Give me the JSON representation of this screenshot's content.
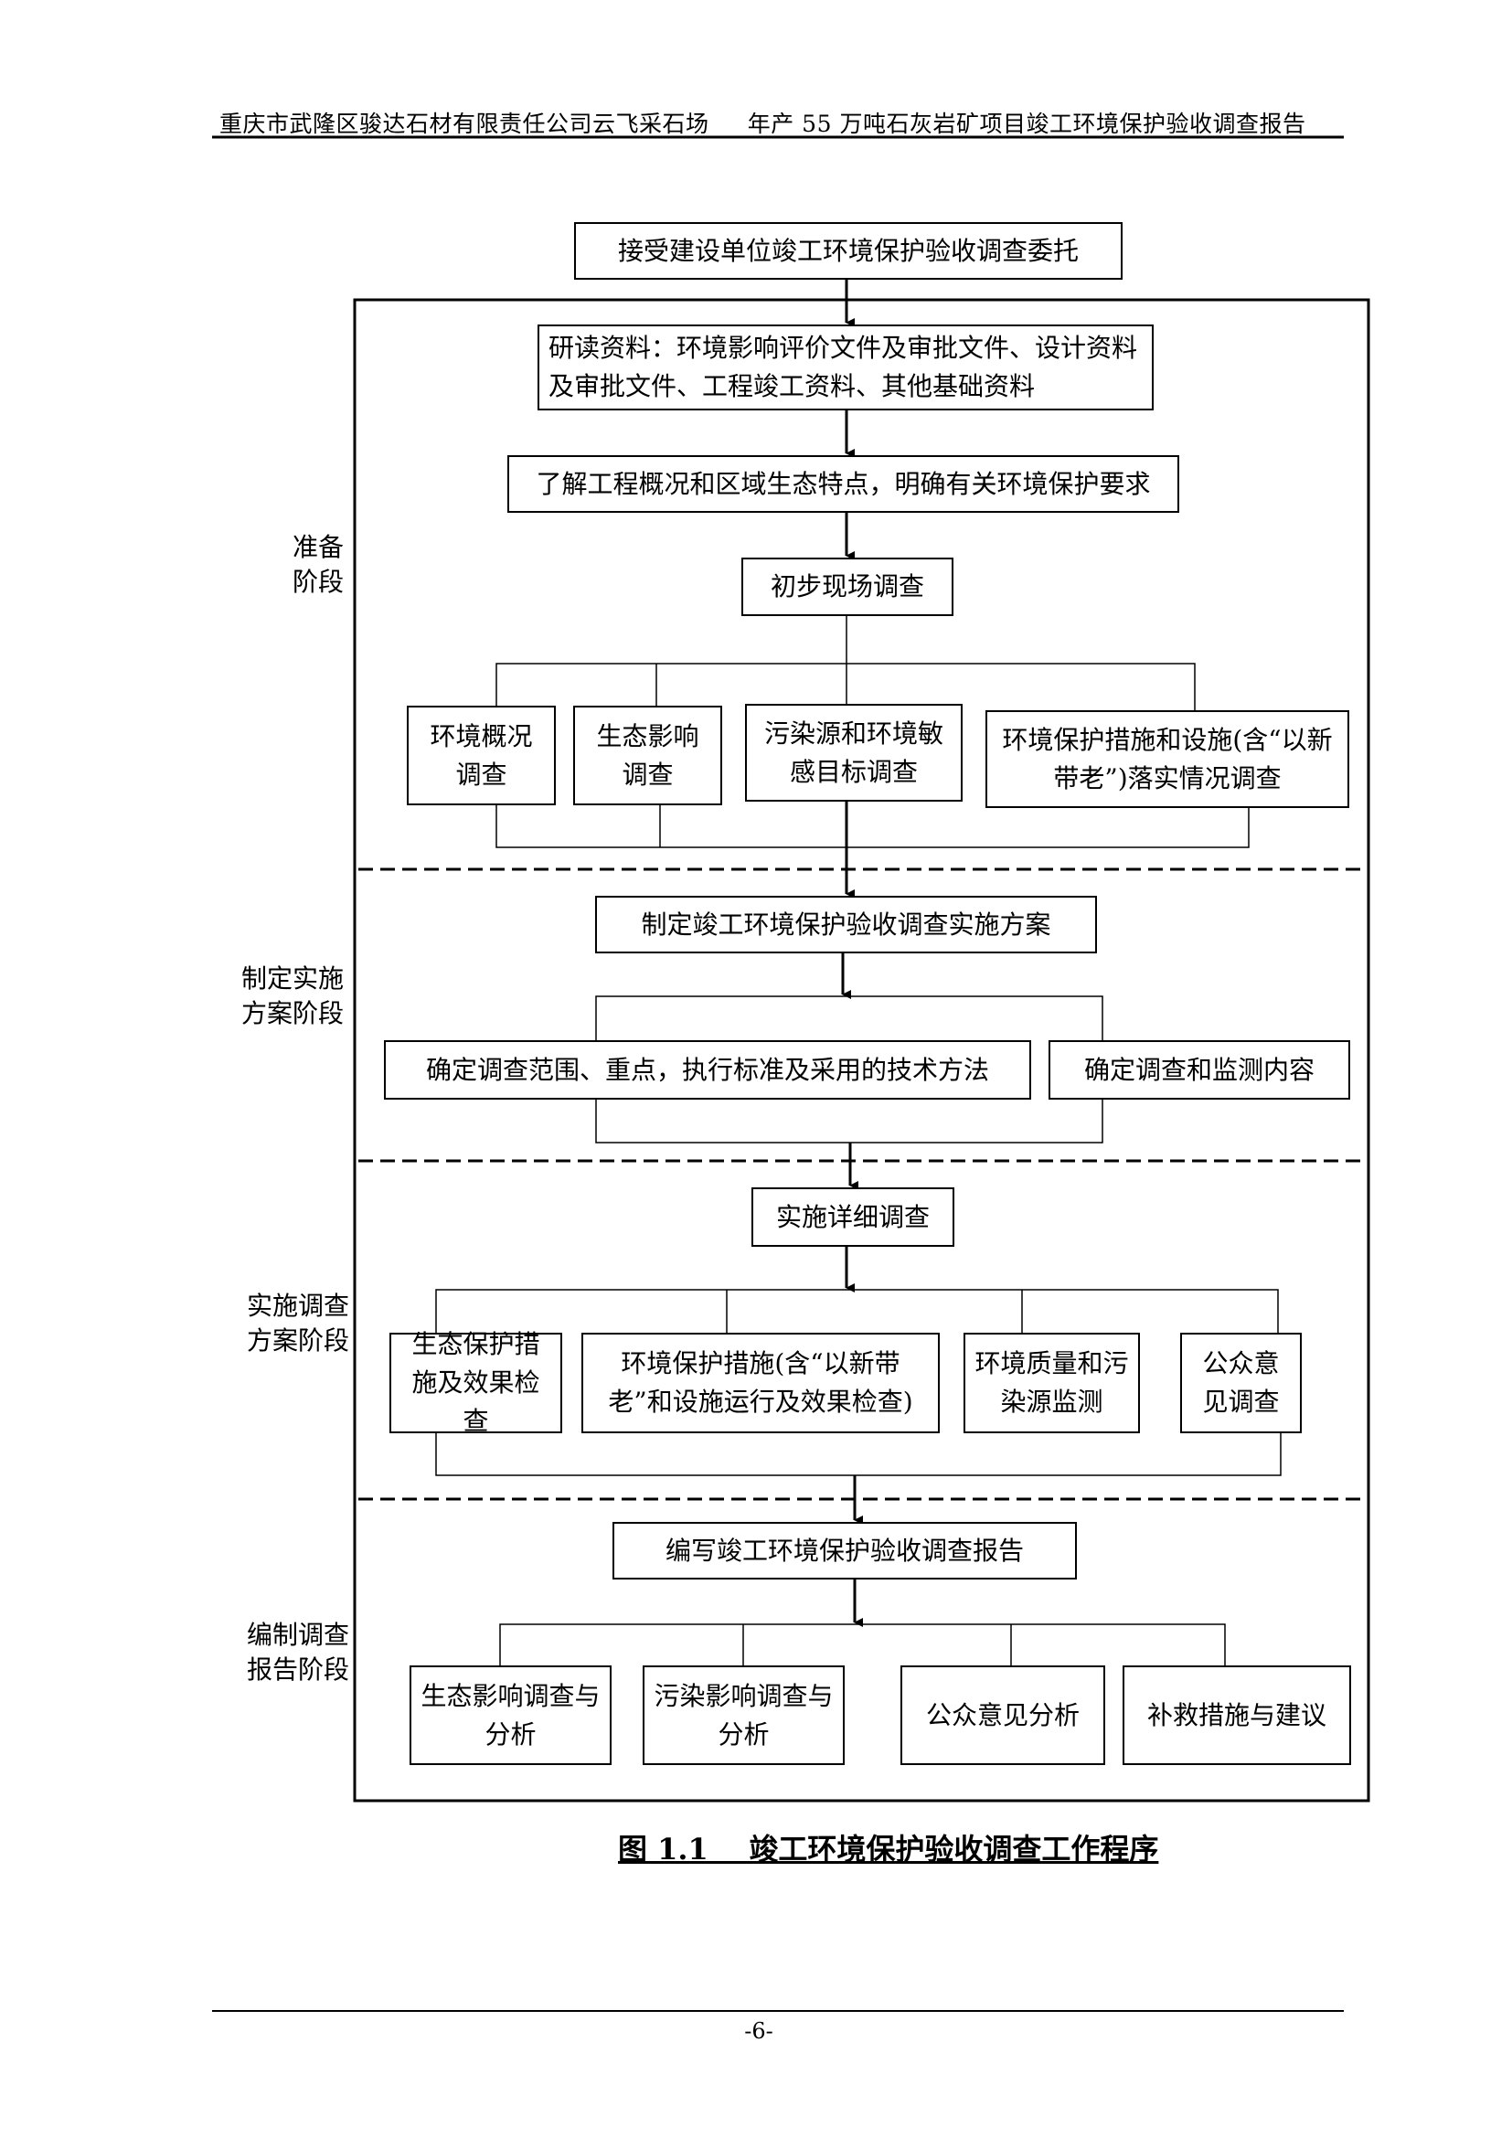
{
  "header": {
    "title": "重庆市武隆区骏达石材有限责任公司云飞采石场     年产 55 万吨石灰岩矿项目竣工环境保护验收调查报告"
  },
  "flow": {
    "start": "接受建设单位竣工环境保护验收调查委托",
    "stages": {
      "prepare": {
        "label1": "准备",
        "label2": "阶段",
        "step1": "研读资料：环境影响评价文件及审批文件、设计资料及审批文件、工程竣工资料、其他基础资料",
        "step2": "了解工程概况和区域生态特点，明确有关环境保护要求",
        "step3": "初步现场调查",
        "branches": [
          "环境概况调查",
          "生态影响调查",
          "污染源和环境敏感目标调查",
          "环境保护措施和设施(含“以新带老”)落实情况调查"
        ]
      },
      "plan": {
        "label1": "制定实施",
        "label2": "方案阶段",
        "step1": "制定竣工环境保护验收调查实施方案",
        "branches": [
          "确定调查范围、重点，执行标准及采用的技术方法",
          "确定调查和监测内容"
        ]
      },
      "implement": {
        "label1": "实施调查",
        "label2": "方案阶段",
        "step1": "实施详细调查",
        "branches": [
          "生态保护措施及效果检查",
          "环境保护措施(含“以新带老”和设施运行及效果检查)",
          "环境质量和污染源监测",
          "公众意见调查"
        ]
      },
      "report": {
        "label1": "编制调查",
        "label2": "报告阶段",
        "step1": "编写竣工环境保护验收调查报告",
        "branches": [
          "生态影响调查与分析",
          "污染影响调查与分析",
          "公众意见分析",
          "补救措施与建议"
        ]
      }
    }
  },
  "caption": "图 1.1    竣工环境保护验收调查工作程序",
  "footer": {
    "page": "-6-"
  }
}
